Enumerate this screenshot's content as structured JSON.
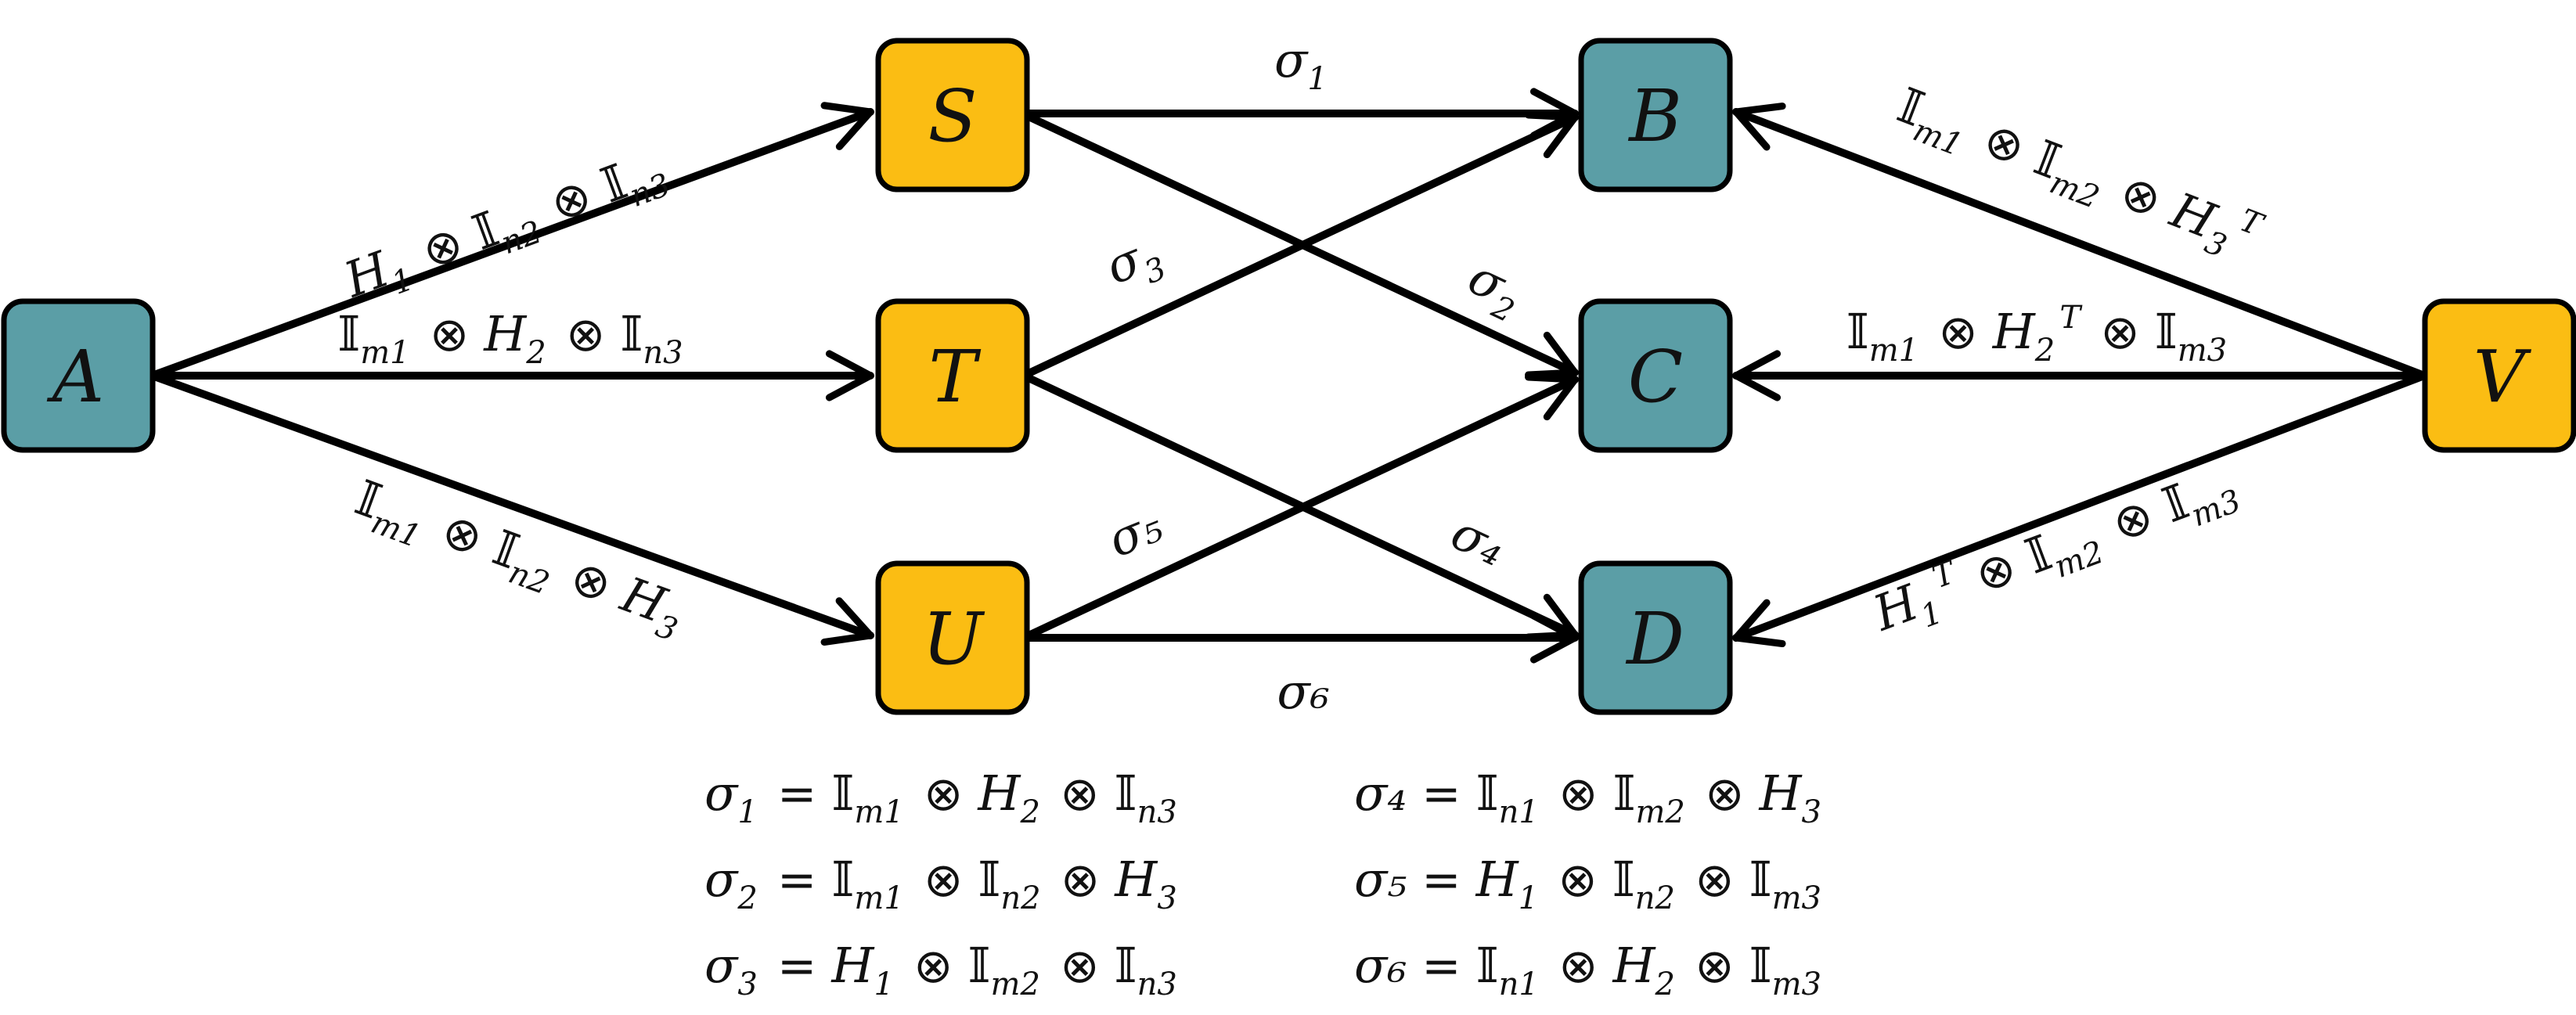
{
  "colors": {
    "teal": "#5B9EA6",
    "gold": "#FBBD13",
    "stroke": "#000000"
  },
  "nodes": {
    "A": {
      "label": "A",
      "color": "teal"
    },
    "S": {
      "label": "S",
      "color": "gold"
    },
    "T": {
      "label": "T",
      "color": "gold"
    },
    "U": {
      "label": "U",
      "color": "gold"
    },
    "B": {
      "label": "B",
      "color": "teal"
    },
    "C": {
      "label": "C",
      "color": "teal"
    },
    "D": {
      "label": "D",
      "color": "teal"
    },
    "V": {
      "label": "V",
      "color": "gold"
    }
  },
  "edges": [
    {
      "from": "A",
      "to": "S",
      "label": "H₁ ⊗ 𝕀ₙ₂ ⊗ 𝕀ₙ₃"
    },
    {
      "from": "A",
      "to": "T",
      "label": "𝕀ₘ₁ ⊗ H₂ ⊗ 𝕀ₙ₃"
    },
    {
      "from": "A",
      "to": "U",
      "label": "𝕀ₘ₁ ⊗ 𝕀ₙ₂ ⊗ H₃"
    },
    {
      "from": "S",
      "to": "B",
      "label": "σ₁"
    },
    {
      "from": "S",
      "to": "C",
      "label": "σ₂"
    },
    {
      "from": "T",
      "to": "B",
      "label": "σ₃"
    },
    {
      "from": "T",
      "to": "D",
      "label": "σ₄"
    },
    {
      "from": "U",
      "to": "C",
      "label": "σ₅"
    },
    {
      "from": "U",
      "to": "D",
      "label": "σ₆"
    },
    {
      "from": "V",
      "to": "B",
      "label": "𝕀ₘ₁ ⊗ 𝕀ₘ₂ ⊗ H₃ᵀ"
    },
    {
      "from": "V",
      "to": "C",
      "label": "𝕀ₘ₁ ⊗ H₂ᵀ ⊗ 𝕀ₘ₃"
    },
    {
      "from": "V",
      "to": "D",
      "label": "H₁ᵀ ⊗ 𝕀ₘ₂ ⊗ 𝕀ₘ₃"
    }
  ],
  "equations": [
    "σ₁ = 𝕀ₘ₁ ⊗ H₂ ⊗ 𝕀ₙ₃",
    "σ₂ = 𝕀ₘ₁ ⊗ 𝕀ₙ₂ ⊗ H₃",
    "σ₃ = H₁ ⊗ 𝕀ₘ₂ ⊗ 𝕀ₙ₃",
    "σ₄ = 𝕀ₙ₁ ⊗ 𝕀ₘ₂ ⊗ H₃",
    "σ₅ = H₁ ⊗ 𝕀ₙ₂ ⊗ 𝕀ₘ₃",
    "σ₆ = 𝕀ₙ₁ ⊗ H₂ ⊗ 𝕀ₘ₃"
  ]
}
